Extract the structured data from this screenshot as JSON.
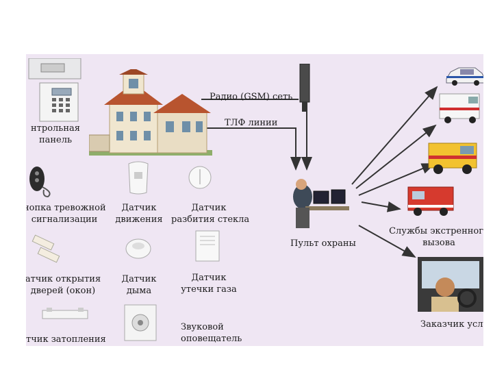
{
  "sensors": {
    "control_panel": {
      "line1": "нтрольная",
      "line2": "панель"
    },
    "alarm_button": {
      "line1": "нопка тревожной",
      "line2": "сигнализации"
    },
    "motion": {
      "line1": "Датчик",
      "line2": "движения"
    },
    "glass_break": {
      "line1": "Датчик",
      "line2": "разбития стекла"
    },
    "door_open": {
      "line1": "атчик открытия",
      "line2": "дверей (окон)"
    },
    "smoke": {
      "line1": "Датчик",
      "line2": "дыма"
    },
    "gas_leak": {
      "line1": "Датчик",
      "line2": "утечки газа"
    },
    "flood": {
      "line1": "тчик затопления"
    },
    "siren": {
      "line1": "Звуковой",
      "line2": "оповещатель"
    }
  },
  "links": {
    "radio": "Радио (GSM) сеть",
    "phone": "ТЛФ линии"
  },
  "console": {
    "label": "Пульт охраны"
  },
  "services": {
    "line1": "Службы экстренного",
    "line2": "вызова"
  },
  "customer": {
    "label": "Заказчик услу"
  }
}
